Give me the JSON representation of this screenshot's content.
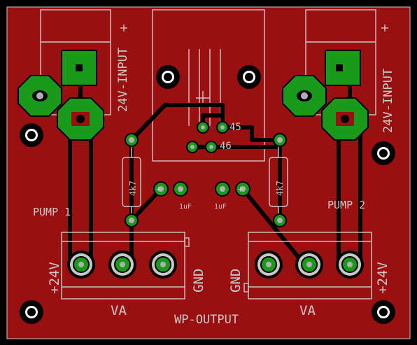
{
  "labels": {
    "input_left": "24V-INPUT",
    "input_right": "24V-INPUT",
    "pump_left": "PUMP 1",
    "pump_right": "PUMP 2",
    "res_left": "4k7",
    "res_right": "4k7",
    "cap_left": "1uF",
    "cap_right": "1uF",
    "pin_45": "45",
    "pin_46": "46",
    "plus_left_in": "+",
    "plus_right_in": "+",
    "v24_left": "+24V",
    "v24_right": "+24V",
    "gnd_left": "GND",
    "gnd_right": "GND",
    "va_left": "VA",
    "va_right": "VA",
    "output": "WP-OUTPUT"
  },
  "colors": {
    "board_red": "#9a1010",
    "copper_green": "#1a9a1a",
    "silkscreen": "#c8c8c8",
    "trace": "#000000",
    "background": "#000000"
  }
}
